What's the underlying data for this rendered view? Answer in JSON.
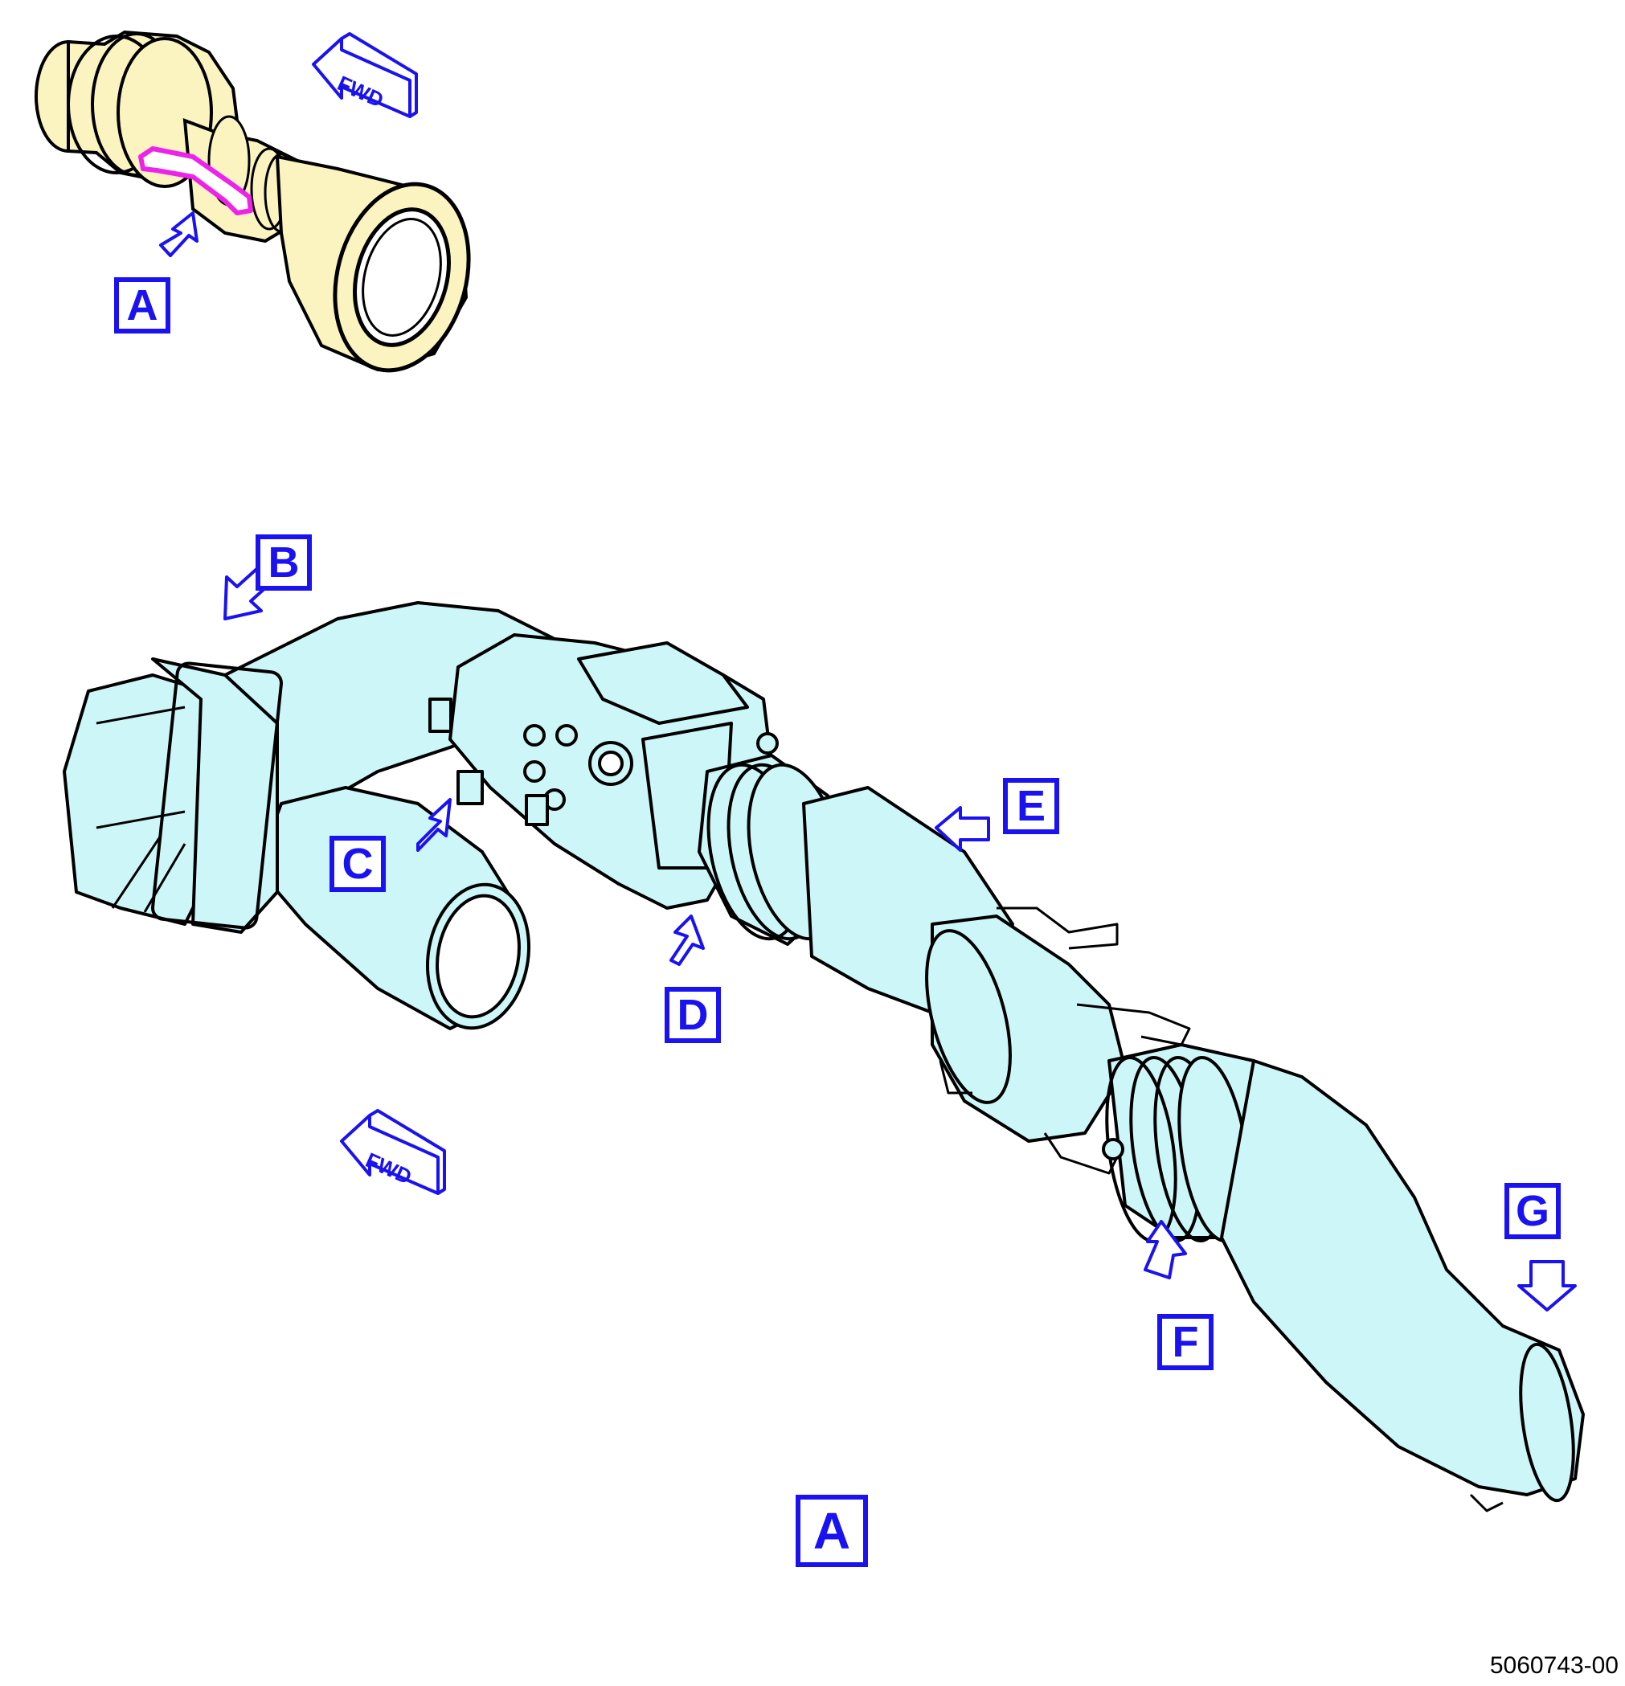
{
  "colors": {
    "callout": "#1a12f0",
    "duct_fill": "#cdf6f9",
    "detail_fill": "#fbf3c0",
    "highlight": "#ee22e8",
    "outline": "#000000"
  },
  "orientation_indicators": [
    {
      "label": "FWD",
      "icon": "fwd-arrow-icon"
    },
    {
      "label": "FWD",
      "icon": "fwd-arrow-icon"
    }
  ],
  "callouts": {
    "detail_ref": "A",
    "b": "B",
    "c": "C",
    "d": "D",
    "e": "E",
    "f": "F",
    "g": "G",
    "main_view": "A"
  },
  "figure_number": "5060743-00"
}
